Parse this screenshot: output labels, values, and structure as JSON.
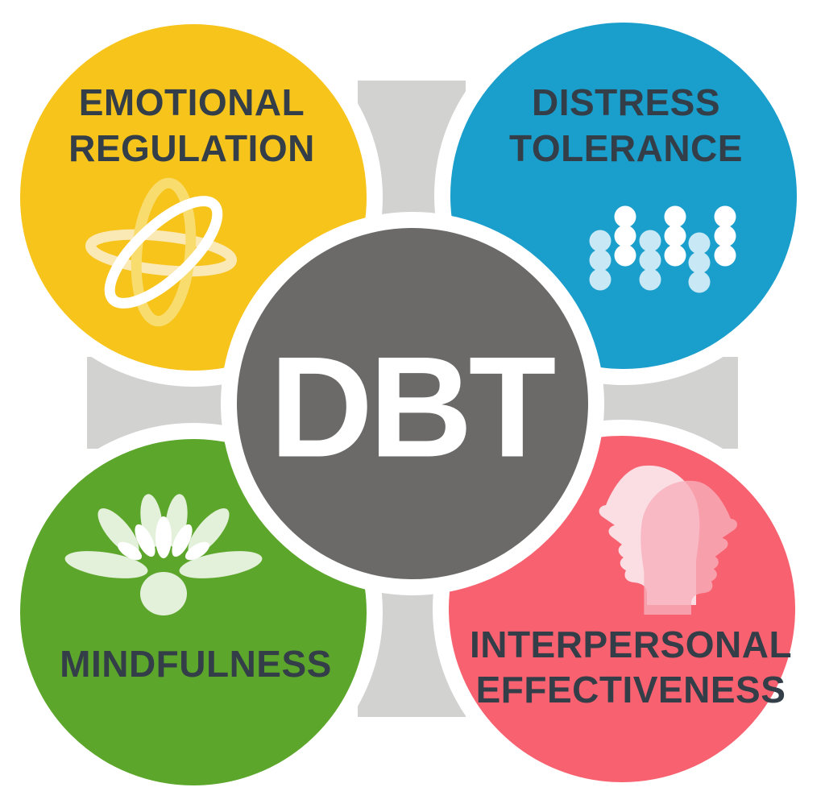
{
  "diagram": {
    "title": "DBT skills diagram",
    "center": {
      "label": "DBT"
    },
    "quadrants": [
      {
        "name": "emotional-regulation",
        "lines": [
          "EMOTIONAL",
          "REGULATION"
        ],
        "color": "#F7C41C",
        "icon": "atom-icon"
      },
      {
        "name": "distress-tolerance",
        "lines": [
          "DISTRESS",
          "TOLERANCE"
        ],
        "color": "#1A9ECB",
        "icon": "dots-wave-icon"
      },
      {
        "name": "mindfulness",
        "lines": [
          "MINDFULNESS"
        ],
        "color": "#5DA62C",
        "icon": "lotus-icon"
      },
      {
        "name": "interpersonal-effectiveness",
        "lines": [
          "INTERPERSONAL",
          "EFFECTIVENESS"
        ],
        "color": "#F8616F",
        "icon": "profile-heads-icon"
      }
    ]
  },
  "colors": {
    "background": "#FFFFFF",
    "cross": "#D2D2D1",
    "center_circle": "#6B6A68",
    "center_text": "#FFFFFF",
    "label_text": "#333E48",
    "ring_white": "#FFFFFF",
    "atom_ring_cream": "#FAE8B5",
    "atom_ring_yellow": "#F9DC6E",
    "atom_ring_white": "#FFFFFF",
    "dot_light_blue": "#C7E8F4",
    "dot_white": "#FFFFFF",
    "lotus_pale_green": "#E3F1DB",
    "lotus_white": "#FFFFFF",
    "head_front_pink": "#FBDEE4",
    "head_back_pink": "#F7AFBC"
  }
}
